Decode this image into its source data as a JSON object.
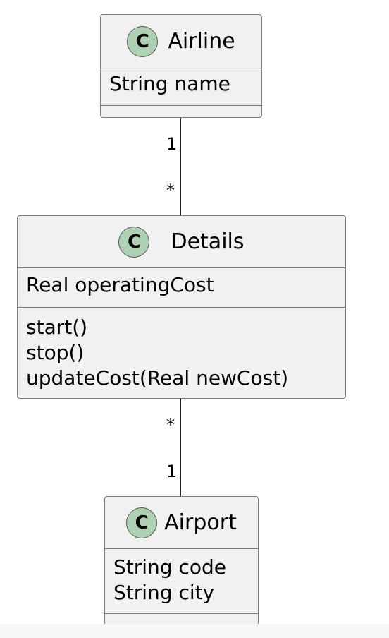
{
  "diagram": {
    "classes": [
      {
        "id": "airline",
        "badge": "C",
        "name": "Airline",
        "attributes": [
          "String name"
        ],
        "methods": []
      },
      {
        "id": "details",
        "badge": "C",
        "name": "Details",
        "attributes": [
          "Real operatingCost"
        ],
        "methods": [
          "start()",
          "stop()",
          "updateCost(Real newCost)"
        ]
      },
      {
        "id": "airport",
        "badge": "C",
        "name": "Airport",
        "attributes": [
          "String code",
          "String city"
        ],
        "methods": []
      }
    ],
    "associations": [
      {
        "from": "airline",
        "to": "details",
        "from_multiplicity": "1",
        "to_multiplicity": "*"
      },
      {
        "from": "details",
        "to": "airport",
        "from_multiplicity": "*",
        "to_multiplicity": "1"
      }
    ],
    "colors": {
      "class_fill": "#f1f1f1",
      "class_border": "#7a7a7a",
      "badge_fill": "#add1b2",
      "line": "#222222"
    }
  }
}
